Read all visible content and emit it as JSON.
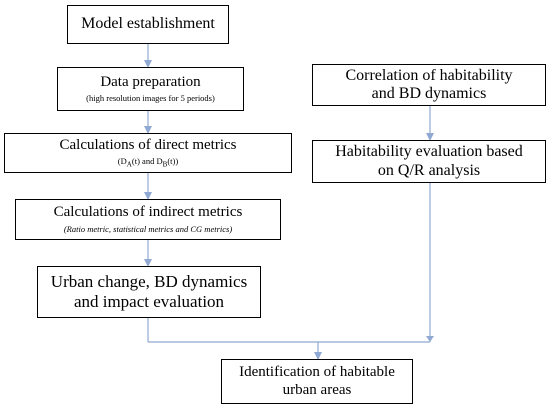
{
  "nodes": {
    "model": {
      "label": "Model establishment"
    },
    "data_prep": {
      "label": "Data preparation",
      "sub": "(high resolution images for 5 periods)"
    },
    "direct": {
      "label": "Calculations of direct metrics",
      "sub_a": "(D",
      "sub_a_sub": "A",
      "sub_b": "(t) and D",
      "sub_b_sub": "B",
      "sub_c": "(t))"
    },
    "indirect": {
      "label": "Calculations of indirect metrics",
      "sub": "(Ratio metric, statistical metrics and CG metrics)"
    },
    "urban": {
      "line1": "Urban change, BD dynamics",
      "line2": "and impact evaluation"
    },
    "correlation": {
      "line1": "Correlation of habitability",
      "line2": "and BD dynamics"
    },
    "habitability": {
      "line1": "Habitability evaluation based",
      "line2": "on Q/R analysis"
    },
    "identification": {
      "line1": "Identification of habitable",
      "line2": "urban areas"
    }
  },
  "colors": {
    "arrow": "#8FA9D3",
    "border": "#000000"
  }
}
